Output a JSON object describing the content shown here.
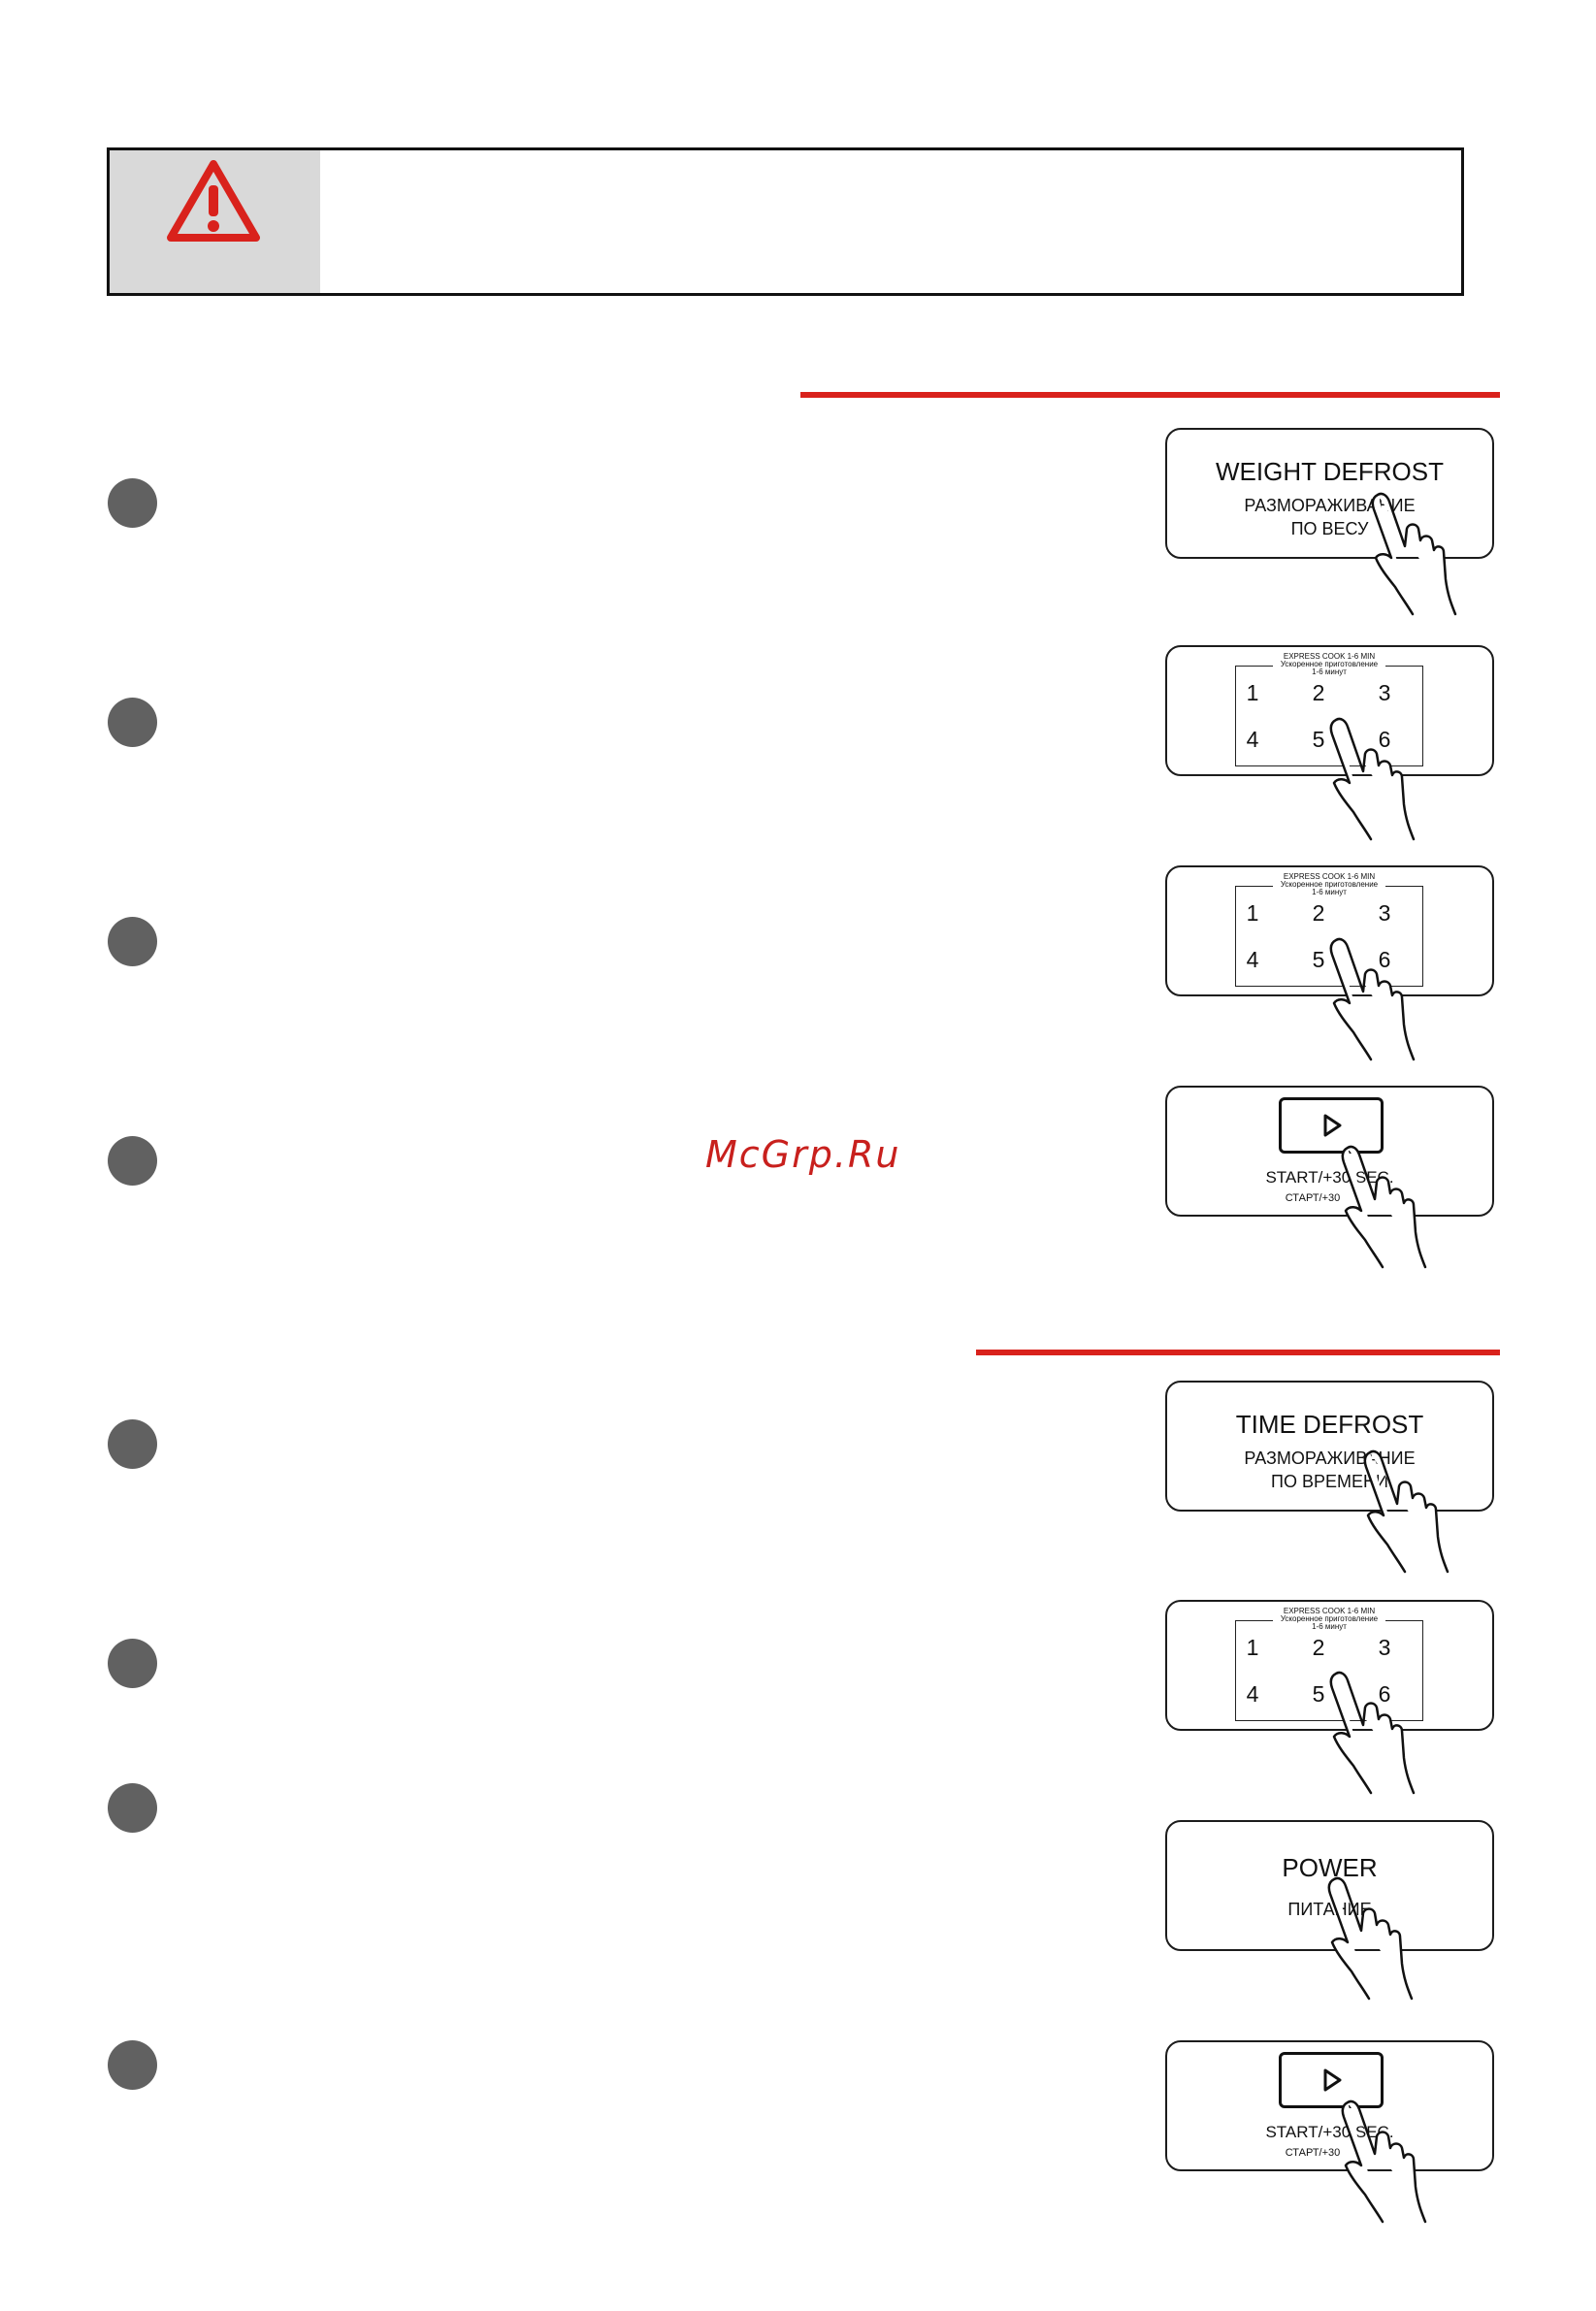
{
  "watermark": "McGrp.Ru",
  "colors": {
    "accent": "#d9221c",
    "bullet": "#616161",
    "warning_bg": "#d9d9d9"
  },
  "warning": {
    "icon": "warning-triangle-icon"
  },
  "weight_defrost": {
    "panel1": {
      "title": "WEIGHT DEFROST",
      "line1": "РАЗМОРАЖИВАНИЕ",
      "line2": "ПО ВЕСУ"
    },
    "keypad": {
      "header": [
        "EXPRESS COOK 1-6 MIN",
        "Ускоренное приготовление",
        "1-6 минут"
      ],
      "keys": [
        "1",
        "2",
        "3",
        "4",
        "5",
        "6"
      ]
    },
    "start": {
      "label": "START/+30 SEC.",
      "sub": "СТАРТ/+30"
    }
  },
  "time_defrost": {
    "panel1": {
      "title": "TIME DEFROST",
      "line1": "РАЗМОРАЖИВАНИЕ",
      "line2": "ПО ВРЕМЕНИ"
    },
    "keypad": {
      "header": [
        "EXPRESS COOK 1-6 MIN",
        "Ускоренное приготовление",
        "1-6 минут"
      ],
      "keys": [
        "1",
        "2",
        "3",
        "4",
        "5",
        "6"
      ]
    },
    "power": {
      "title": "POWER",
      "line1": "ПИТАНИЕ"
    },
    "start": {
      "label": "START/+30 SEC.",
      "sub": "СТАРТ/+30"
    }
  }
}
